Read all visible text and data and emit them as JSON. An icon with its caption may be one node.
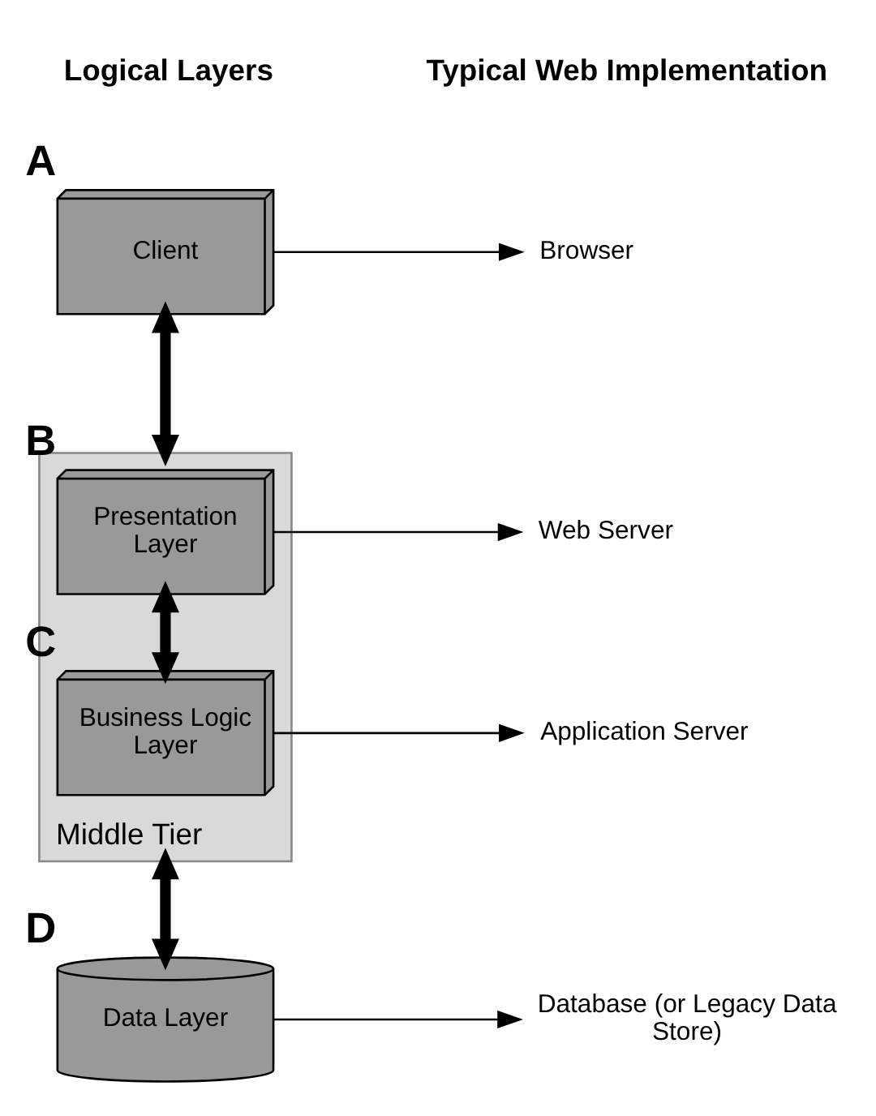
{
  "diagram": {
    "nodes": [
      {
        "text": [
          "Client"
        ],
        "beside": [
          "A"
        ]
      },
      {
        "text": [
          "Middle Tier"
        ]
      },
      {
        "text": [
          "Presentation Layer"
        ],
        "in": 1,
        "beside": [
          "B"
        ]
      },
      {
        "text": [
          "Business Logic Layer"
        ],
        "in": 1,
        "beside": [
          "C"
        ]
      },
      {
        "text": [
          "Data Layer"
        ],
        "beside": [
          "D"
        ]
      },
      {
        "text": [
          "Browser"
        ]
      },
      {
        "text": [
          "Web Server"
        ]
      },
      {
        "text": [
          "Application Server"
        ]
      },
      {
        "text": [
          "Database (or Legacy Data Store)"
        ]
      }
    ],
    "edges": [
      {
        "from": 0,
        "to": 1,
        "arrow": "both",
        "style": "thick"
      },
      {
        "from": 2,
        "to": 3,
        "arrow": "both",
        "style": "thick"
      },
      {
        "from": 1,
        "to": 4,
        "arrow": "both",
        "style": "thick"
      },
      {
        "from": 0,
        "to": 5,
        "arrow": "to"
      },
      {
        "from": 2,
        "to": 6,
        "arrow": "to"
      },
      {
        "from": 3,
        "to": 7,
        "arrow": "to"
      },
      {
        "from": 4,
        "to": 8,
        "arrow": "to"
      }
    ],
    "labels": [
      "Logical Layers",
      "Typical Web Implementation"
    ]
  }
}
